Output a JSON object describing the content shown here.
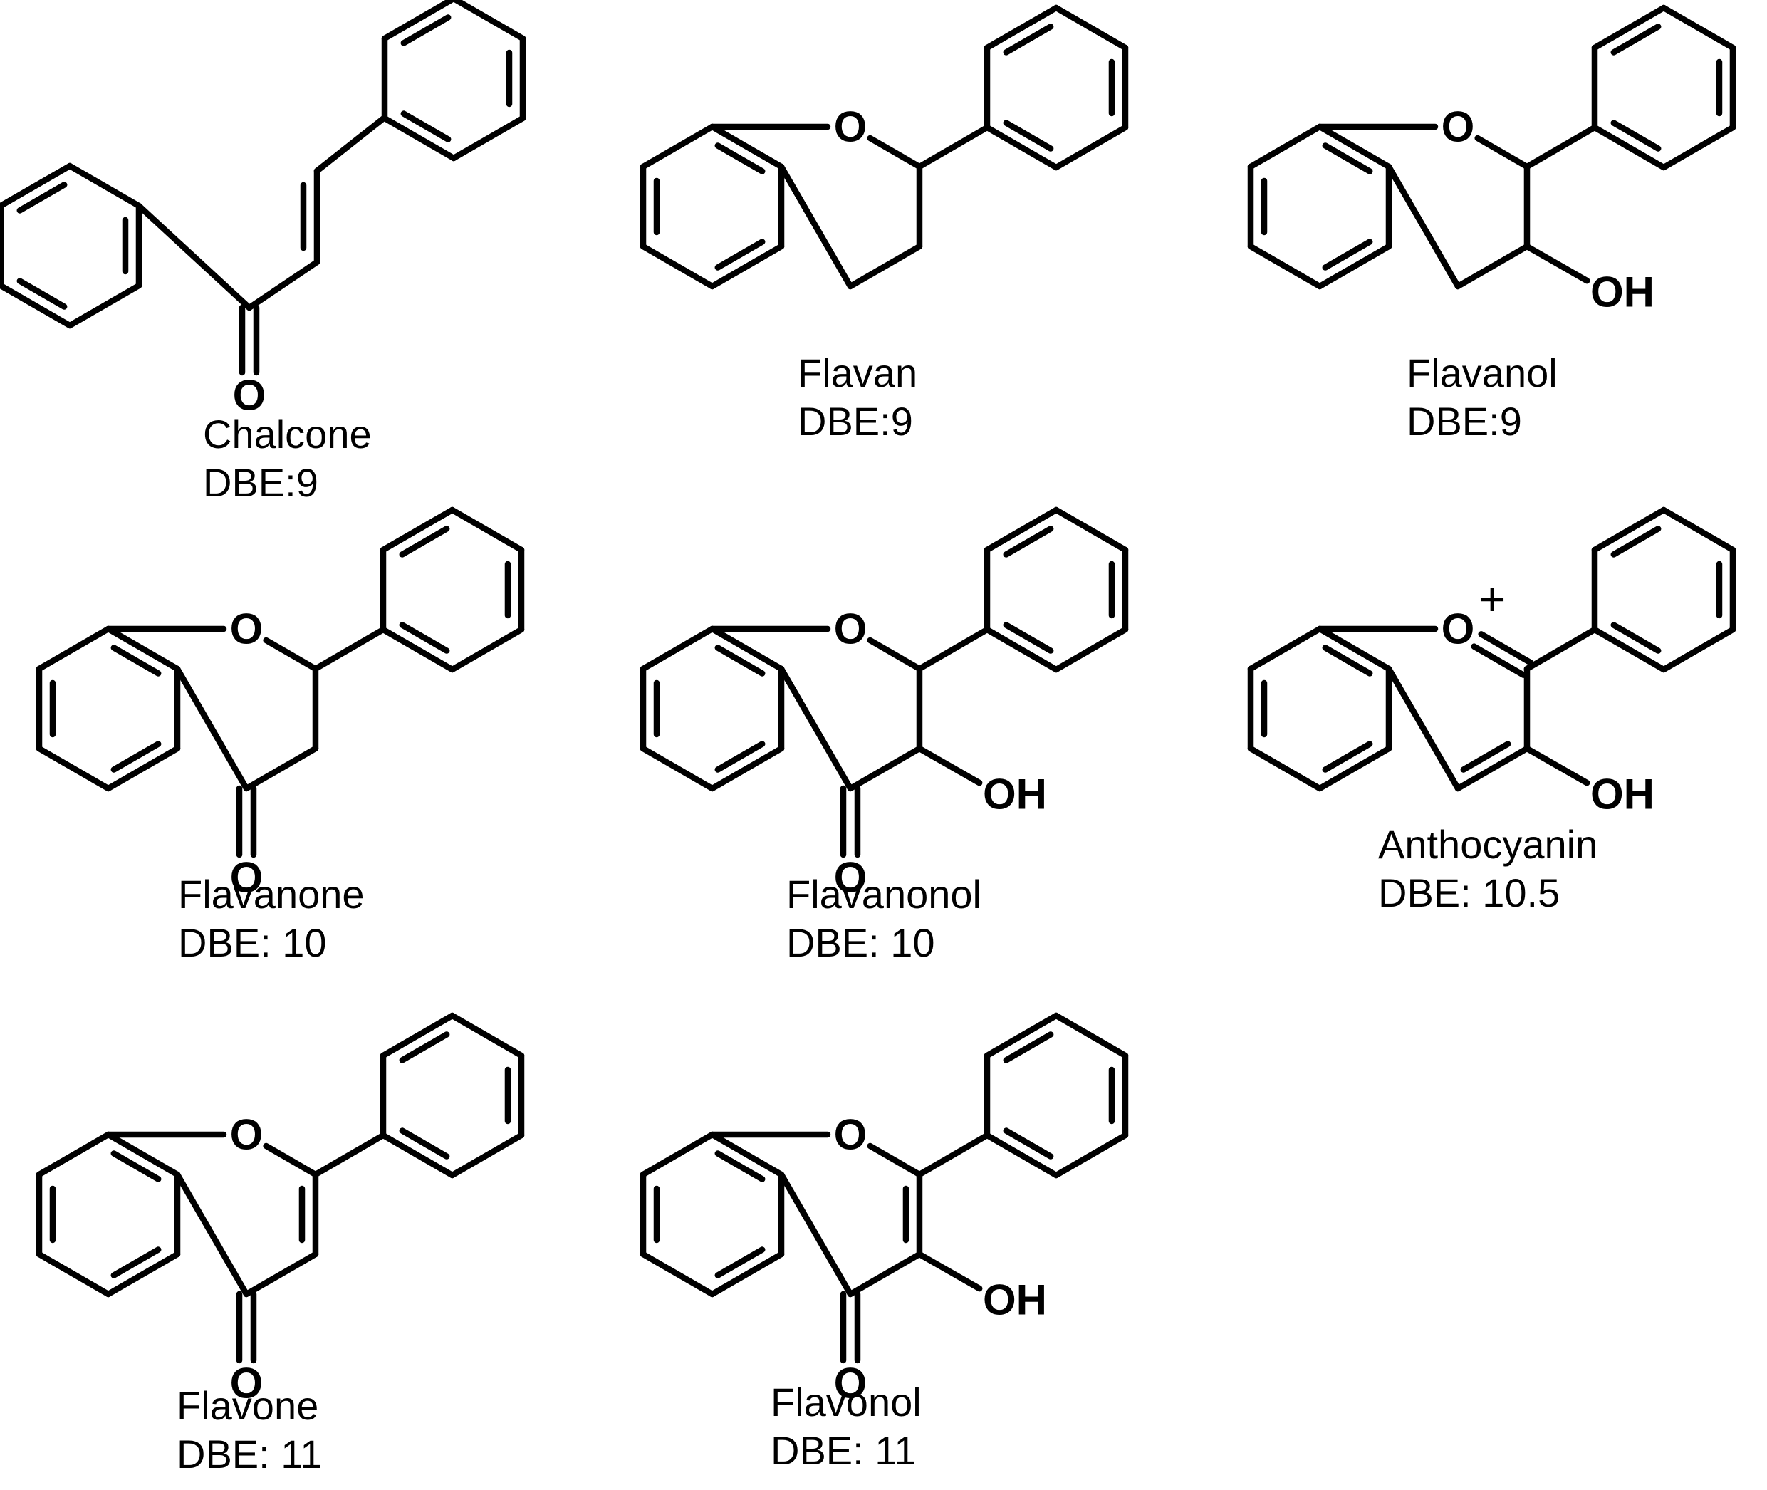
{
  "colors": {
    "ink": "#000000",
    "background": "#ffffff"
  },
  "atom_labels": {
    "oxygen": "O",
    "hydroxyl": "OH",
    "positive_charge": "+"
  },
  "compounds": [
    {
      "id": "chalcone",
      "name": "Chalcone",
      "dbe": "DBE:9"
    },
    {
      "id": "flavan",
      "name": "Flavan",
      "dbe": "DBE:9"
    },
    {
      "id": "flavanol",
      "name": "Flavanol",
      "dbe": "DBE:9"
    },
    {
      "id": "flavanone",
      "name": "Flavanone",
      "dbe": "DBE: 10"
    },
    {
      "id": "flavanonol",
      "name": "Flavanonol",
      "dbe": "DBE: 10"
    },
    {
      "id": "anthocyanin",
      "name": "Anthocyanin",
      "dbe": "DBE: 10.5"
    },
    {
      "id": "flavone",
      "name": "Flavone",
      "dbe": "DBE: 11"
    },
    {
      "id": "flavonol",
      "name": "Flavonol",
      "dbe": "DBE: 11"
    }
  ]
}
